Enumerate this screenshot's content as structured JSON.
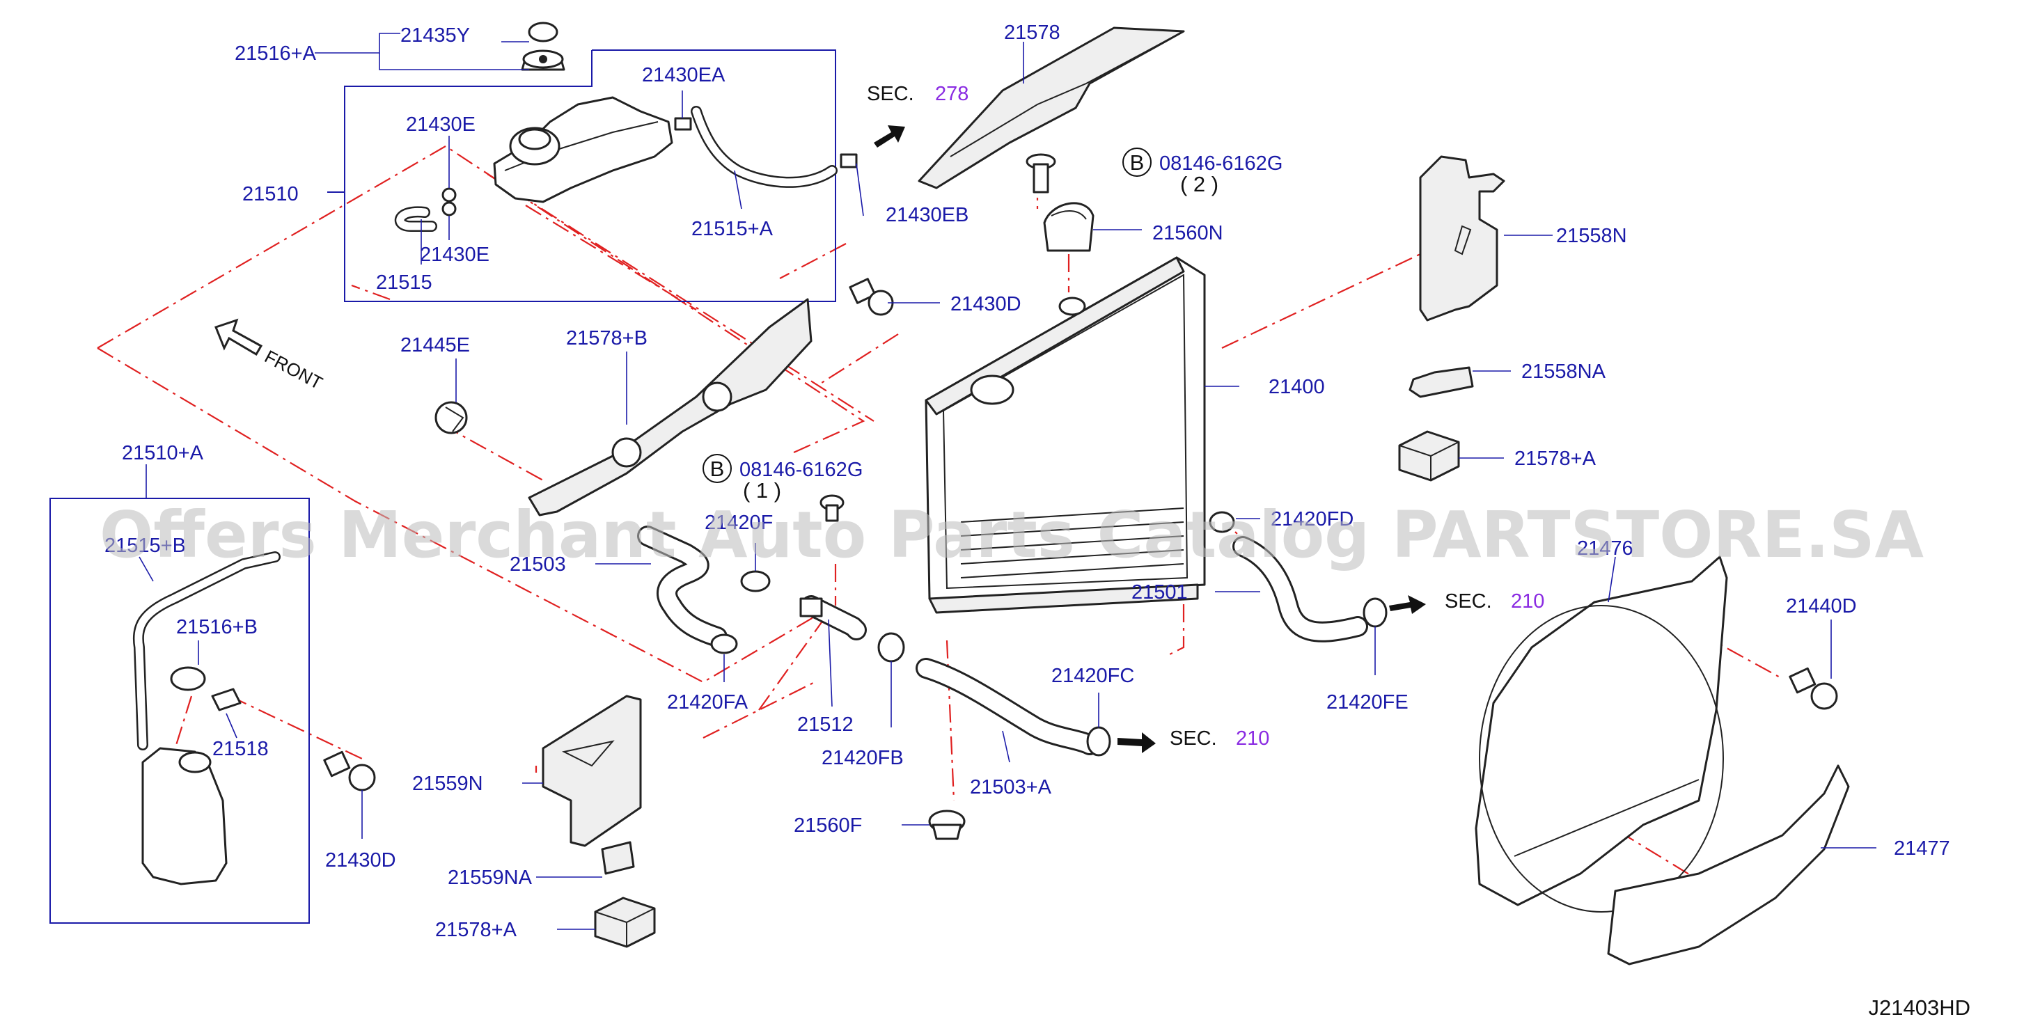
{
  "diagram_code": "J21403HD",
  "watermark": "Offers Merchant Auto Parts Catalog PARTSTORE.SA",
  "front_label": "FRONT",
  "bolt_callouts": [
    {
      "circle": "B",
      "part": "08146-6162G",
      "qty": "( 2 )"
    },
    {
      "circle": "B",
      "part": "08146-6162G",
      "qty": "( 1 )"
    }
  ],
  "section_refs": [
    {
      "prefix": "SEC.",
      "number": "278"
    },
    {
      "prefix": "SEC.",
      "number": "210"
    },
    {
      "prefix": "SEC.",
      "number": "210"
    }
  ],
  "labels": {
    "p21516A": "21516+A",
    "p21435Y": "21435Y",
    "p21430EA": "21430EA",
    "p21430E_top": "21430E",
    "p21510": "21510",
    "p21430E_bot": "21430E",
    "p21515": "21515",
    "p21515A": "21515+A",
    "p21430EB": "21430EB",
    "p21578_top": "21578",
    "p21560N": "21560N",
    "p21430D_mid": "21430D",
    "p21558N": "21558N",
    "p21558NA": "21558NA",
    "p21578A_right": "21578+A",
    "p21445E": "21445E",
    "p21578B": "21578+B",
    "p21400": "21400",
    "p21510A": "21510+A",
    "p21515B": "21515+B",
    "p21516B": "21516+B",
    "p21518": "21518",
    "p21430D_left": "21430D",
    "p21503": "21503",
    "p21420F": "21420F",
    "p21420FA": "21420FA",
    "p21512": "21512",
    "p21420FB": "21420FB",
    "p21420FD": "21420FD",
    "p21501": "21501",
    "p21420FE": "21420FE",
    "p21420FC": "21420FC",
    "p21503A": "21503+A",
    "p21560F": "21560F",
    "p21476": "21476",
    "p21440D": "21440D",
    "p21477": "21477",
    "p21559N": "21559N",
    "p21559NA": "21559NA",
    "p21578A_bottom": "21578+A"
  }
}
